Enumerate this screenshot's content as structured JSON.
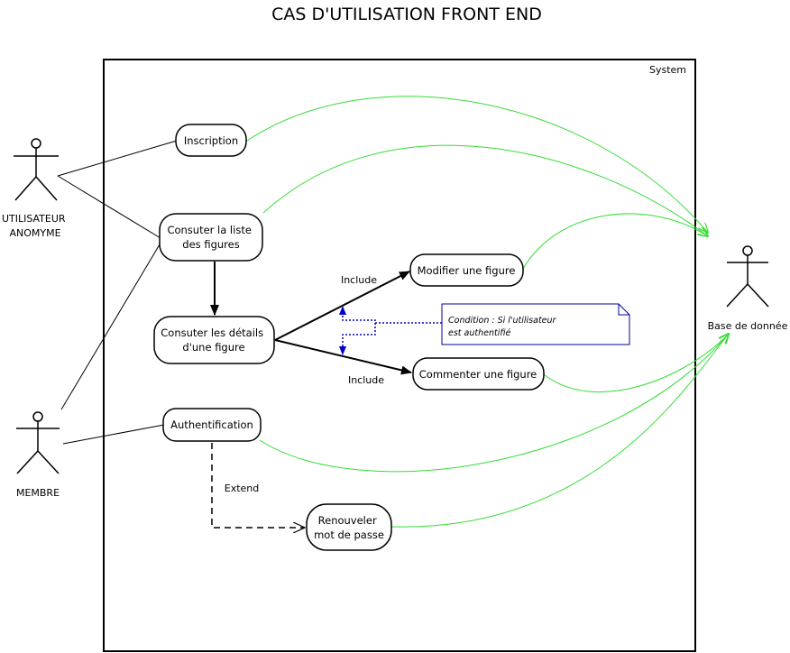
{
  "title": "CAS D'UTILISATION FRONT END",
  "system": {
    "label": "System"
  },
  "actors": {
    "anonymous": {
      "lines": [
        "UTILISATEUR",
        "ANOMYME"
      ]
    },
    "member": {
      "lines": [
        "MEMBRE"
      ]
    },
    "database": {
      "lines": [
        "Base de donnée"
      ]
    }
  },
  "use_cases": {
    "inscription": {
      "lines": [
        "Inscription"
      ]
    },
    "consulter_liste": {
      "lines": [
        "Consuter la liste",
        "des figures"
      ]
    },
    "consulter_details": {
      "lines": [
        "Consuter les détails",
        "d'une figure"
      ]
    },
    "modifier": {
      "lines": [
        "Modifier une figure"
      ]
    },
    "commenter": {
      "lines": [
        "Commenter une figure"
      ]
    },
    "authentification": {
      "lines": [
        "Authentification"
      ]
    },
    "renouveler": {
      "lines": [
        "Renouveler",
        "mot de passe"
      ]
    }
  },
  "relations": {
    "include_modifier": "Include",
    "include_commenter": "Include",
    "extend_renouveler": "Extend"
  },
  "note": {
    "lines": [
      "Condition : Si l'utilisateur",
      "est authentifié"
    ]
  },
  "colors": {
    "db_link": "#33dd33",
    "note_link": "#0000cc",
    "line": "#000000"
  }
}
